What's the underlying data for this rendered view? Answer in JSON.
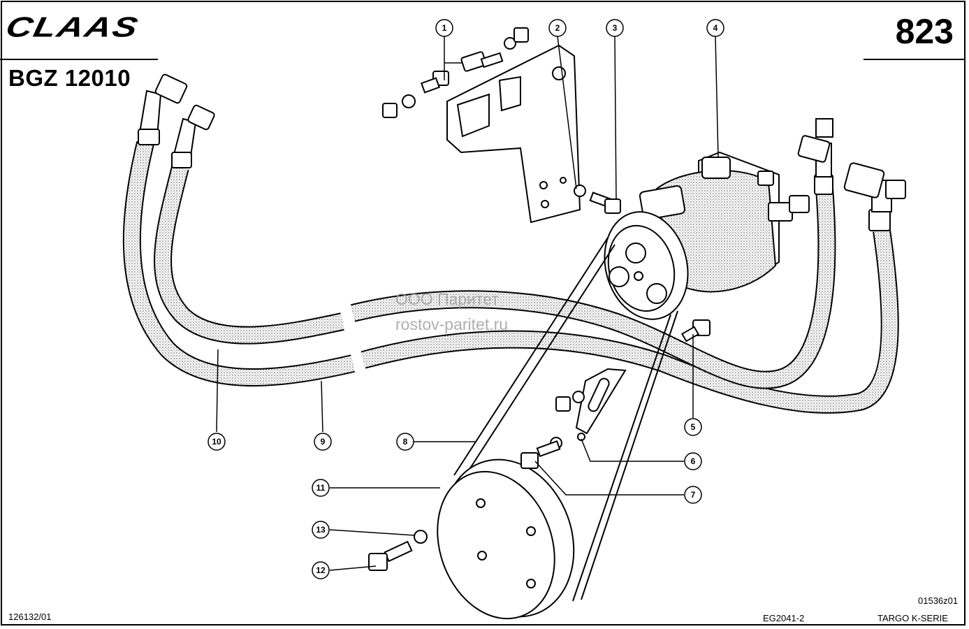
{
  "header": {
    "brand": "CLAAS",
    "doc_id": "BGZ 12010",
    "page_number": "823"
  },
  "watermark": {
    "line1": "ООО Паритет",
    "line2": "rostov-paritet.ru"
  },
  "footer": {
    "left_code": "126132/01",
    "drawing_code": "01536z01",
    "center_code": "EG2041-2",
    "series": "TARGO K-SERIE"
  },
  "callouts": [
    "1",
    "2",
    "3",
    "4",
    "5",
    "6",
    "7",
    "8",
    "9",
    "10",
    "11",
    "12",
    "13"
  ]
}
